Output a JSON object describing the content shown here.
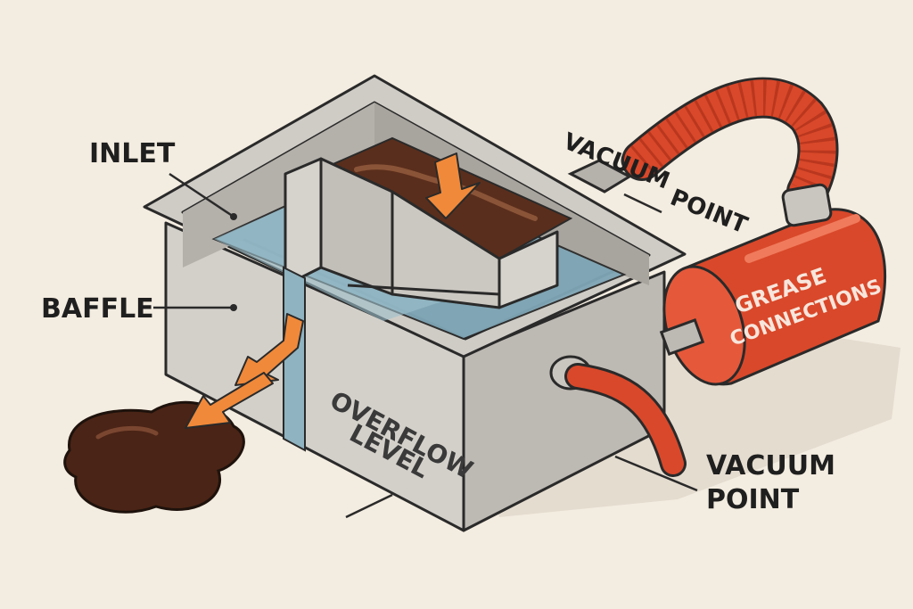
{
  "labels": {
    "inlet": "INLET",
    "baffle": "BAFFLE",
    "overflow_line1": "OVERFLOW",
    "overflow_line2": "LEVEL",
    "vacuum_top_line1": "VACUUM",
    "vacuum_top_line2": "POINT",
    "vacuum_bottom_line1": "VACUUM",
    "vacuum_bottom_line2": "POINT",
    "tank_line1": "GREASE",
    "tank_line2": "CONNECTIONS"
  },
  "colors": {
    "background": "#f3ece0",
    "concrete": "#c9c6c0",
    "water": "#7fa6b6",
    "grease": "#5a2e1c",
    "hose": "#d9482a",
    "arrow": "#f0893a"
  }
}
